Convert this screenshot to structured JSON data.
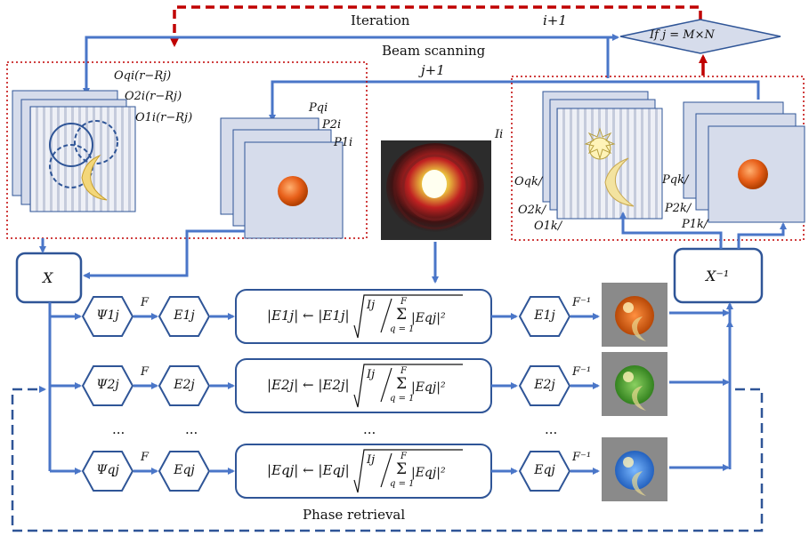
{
  "labels": {
    "iteration": "Iteration",
    "i_plus_1": "i+1",
    "beam_scanning": "Beam scanning",
    "j_plus_1": "j+1",
    "condition": "If j = M×N",
    "phase_retrieval": "Phase retrieval",
    "x_op": "X",
    "x_inv": "X⁻¹",
    "intensity": "Ii",
    "object_q": "Oqi(r−Rj)",
    "object_2": "O2i(r−Rj)",
    "object_1": "O1i(r−Rj)",
    "probe_q": "Pqi",
    "probe_2": "P2i",
    "probe_1": "P1i",
    "upd_object_q": "Oqk/",
    "upd_object_2": "O2k/",
    "upd_object_1": "O1k/",
    "upd_probe_q": "Pqk/",
    "upd_probe_2": "P2k/",
    "upd_probe_1": "P1k/",
    "fourier": "F",
    "inv_fourier": "F⁻¹",
    "ellipsis": "..."
  },
  "rows": [
    {
      "psi": "Ψ1j",
      "e": "E1j",
      "eq_lhs": "|E1j| ← |E1j|",
      "e_out": "E1j",
      "color": "#e06010"
    },
    {
      "psi": "Ψ2j",
      "e": "E2j",
      "eq_lhs": "|E2j| ← |E2j|",
      "e_out": "E2j",
      "color": "#4aa02a"
    },
    {
      "psi": "Ψqj",
      "e": "Eqj",
      "eq_lhs": "|Eqj| ← |Eqj|",
      "e_out": "Eqj",
      "color": "#2a78d8"
    }
  ],
  "equation_rhs": {
    "numerator": "Ij",
    "sum_top": "F",
    "sum_bottom": "q = 1",
    "sum_term": "|Eqj|²"
  },
  "colors": {
    "flow_blue": "#4a76c8",
    "box_border": "#2f5597",
    "loop_red": "#c00000",
    "red_dotted": "#c00000",
    "frame_fill": "#d6dceb"
  }
}
